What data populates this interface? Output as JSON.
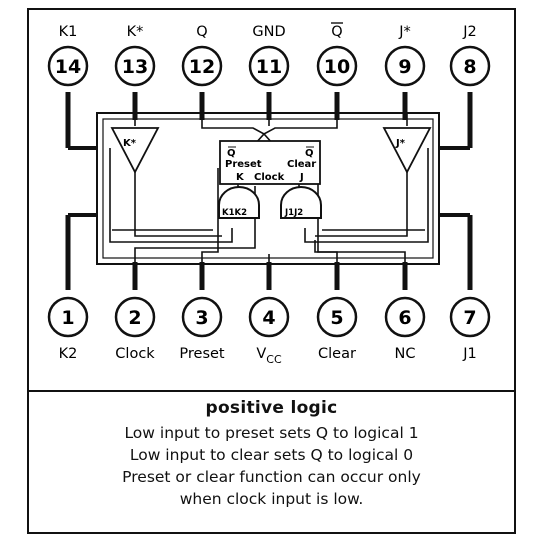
{
  "pins_top": [
    {
      "num": "14",
      "label": "K1"
    },
    {
      "num": "13",
      "label": "K*"
    },
    {
      "num": "12",
      "label": "Q"
    },
    {
      "num": "11",
      "label": "GND"
    },
    {
      "num": "10",
      "label": "Q"
    },
    {
      "num": "9",
      "label": "J*"
    },
    {
      "num": "8",
      "label": "J2"
    }
  ],
  "pins_bottom": [
    {
      "num": "1",
      "label": "K2"
    },
    {
      "num": "2",
      "label": "Clock"
    },
    {
      "num": "3",
      "label": "Preset"
    },
    {
      "num": "4",
      "label": "V",
      "sub": "CC"
    },
    {
      "num": "5",
      "label": "Clear"
    },
    {
      "num": "6",
      "label": "NC"
    },
    {
      "num": "7",
      "label": "J1"
    }
  ],
  "flipflop": {
    "qbar": "Q",
    "q": "Q",
    "preset": "Preset",
    "clear": "Clear",
    "k": "K",
    "clock": "Clock",
    "j": "J"
  },
  "buffers": {
    "left": "K*",
    "right": "J*"
  },
  "gates": {
    "left": "K1K2",
    "right": "J1J2"
  },
  "logic": {
    "title": "positive  logic",
    "lines": [
      "Low input to preset sets Q to logical 1",
      "Low input to clear sets Q to logical 0",
      "Preset or clear function can occur only",
      "when clock input is low."
    ]
  }
}
